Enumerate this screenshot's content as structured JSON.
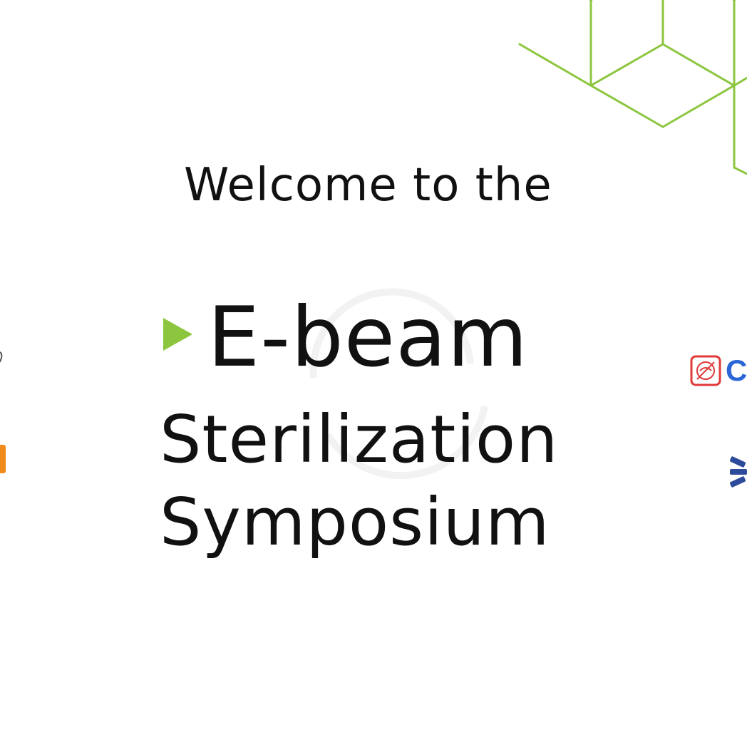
{
  "heading": {
    "welcome": "Welcome to the",
    "title_line1": "E-beam",
    "title_line2": "Sterilization",
    "title_line3": "Symposium"
  },
  "colors": {
    "accent_green": "#8cc63f",
    "text": "#111111",
    "logo_red": "#e03a3a",
    "logo_blue": "#2b66d6",
    "logo_navy": "#2e4a9a",
    "logo_orange": "#f08a1c"
  },
  "icons": {
    "arrow": "triangle-right-icon",
    "hex_pattern": "hexagon-pattern",
    "right_logo_1": "sterilization-badge-icon",
    "right_logo_2": "asterisk-logo-icon"
  },
  "logos": {
    "right_logo_1_letter": "C"
  }
}
